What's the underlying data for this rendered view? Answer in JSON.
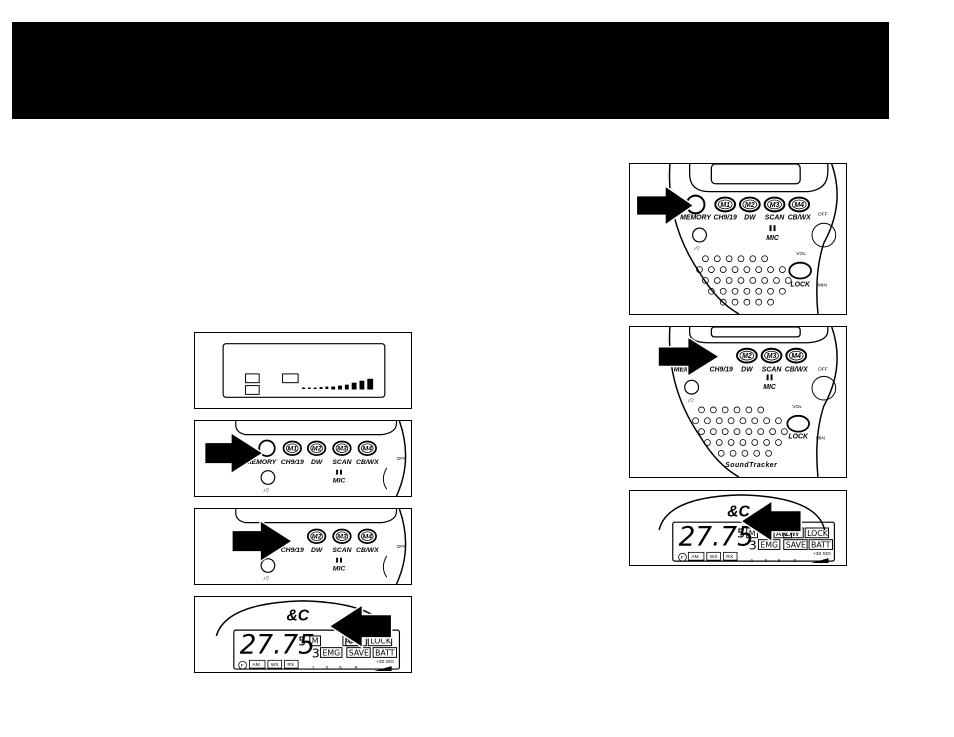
{
  "keypad": {
    "memory": "MEMORY",
    "ch919": "CH9/19",
    "dw": "DW",
    "scan": "SCAN",
    "cbwx": "CB/WX",
    "m1": "M1",
    "m2": "M2",
    "m3": "M3",
    "m4": "M4",
    "mic": "MIC",
    "off": "OFF",
    "vol": "VOL",
    "lock": "LOCK",
    "min": "MIN",
    "mem_partial": "MEM",
    "brand": "SoundTracker"
  },
  "display": {
    "frequency": "27.75",
    "sup": "5",
    "sub": "3",
    "m": "M",
    "an": "AN",
    "dw": "DW",
    "lock": "LOCK",
    "emg": "EMG",
    "save": "SAVE",
    "batt": "BATT",
    "f": "F",
    "am": "AM",
    "wx": "WX",
    "rx": "RX",
    "sig": "+30 SIG",
    "scale": [
      "1",
      "3",
      "5",
      "9"
    ]
  }
}
